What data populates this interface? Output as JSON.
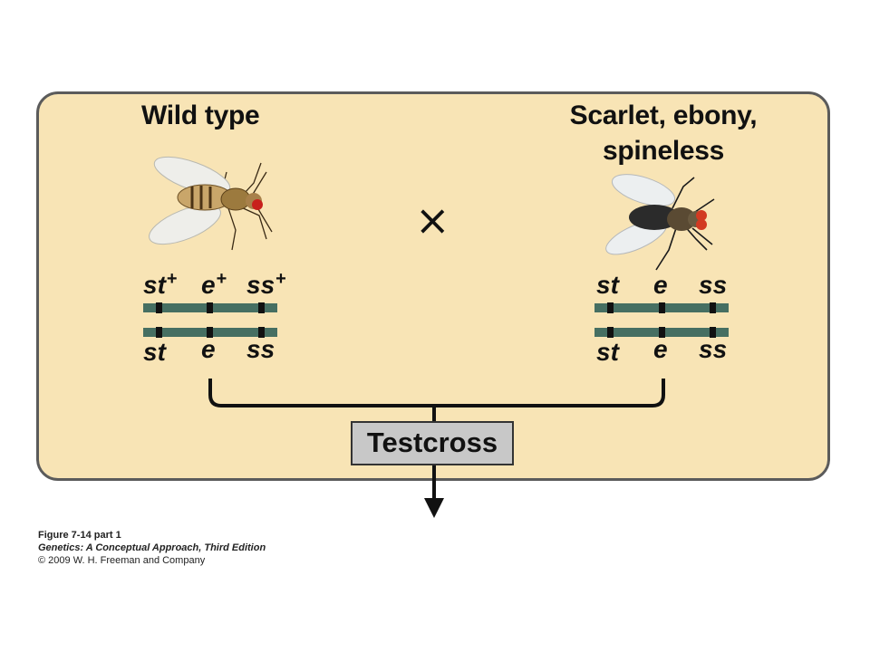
{
  "left_parent": {
    "title": "Wild type",
    "alleles_top": [
      {
        "base": "st",
        "sup": "+"
      },
      {
        "base": "e",
        "sup": "+"
      },
      {
        "base": "ss",
        "sup": "+"
      }
    ],
    "alleles_bottom": [
      "st",
      "e",
      "ss"
    ]
  },
  "right_parent": {
    "title_line1": "Scarlet, ebony,",
    "title_line2": "spineless",
    "alleles_top": [
      "st",
      "e",
      "ss"
    ],
    "alleles_bottom": [
      "st",
      "e",
      "ss"
    ]
  },
  "cross_symbol": "×",
  "testcross_label": "Testcross",
  "caption": {
    "figure": "Figure 7-14 part 1",
    "book": "Genetics: A Conceptual Approach, Third Edition",
    "copyright": "© 2009 W. H. Freeman and Company"
  },
  "colors": {
    "panel_background": "#f8e4b5",
    "chromosome": "#466f62",
    "testcross_box": "#c8c8c8"
  }
}
